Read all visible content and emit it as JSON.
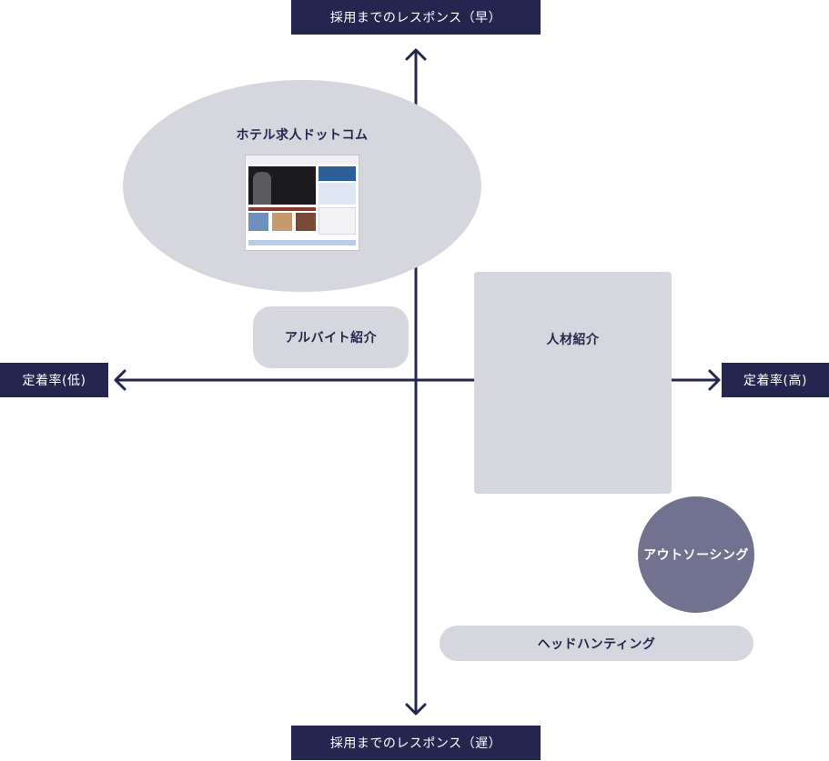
{
  "axes": {
    "top_label": "採用までのレスポンス（早）",
    "bottom_label": "採用までのレスポンス（遅）",
    "left_label": "定着率(低)",
    "right_label": "定着率(高)"
  },
  "items": {
    "hotel": {
      "label": "ホテル求人ドットコム",
      "thumbnail_icon": "website-screenshot-thumbnail"
    },
    "arbeit": {
      "label": "アルバイト紹介"
    },
    "jinzai": {
      "label": "人材紹介"
    },
    "outsourcing": {
      "label": "アウトソーシング"
    },
    "headhunting": {
      "label": "ヘッドハンティング"
    }
  },
  "colors": {
    "navy": "#25264f",
    "shape_fill": "#d6d6de",
    "outsourcing_fill": "#71728f",
    "text_white": "#ffffff"
  }
}
